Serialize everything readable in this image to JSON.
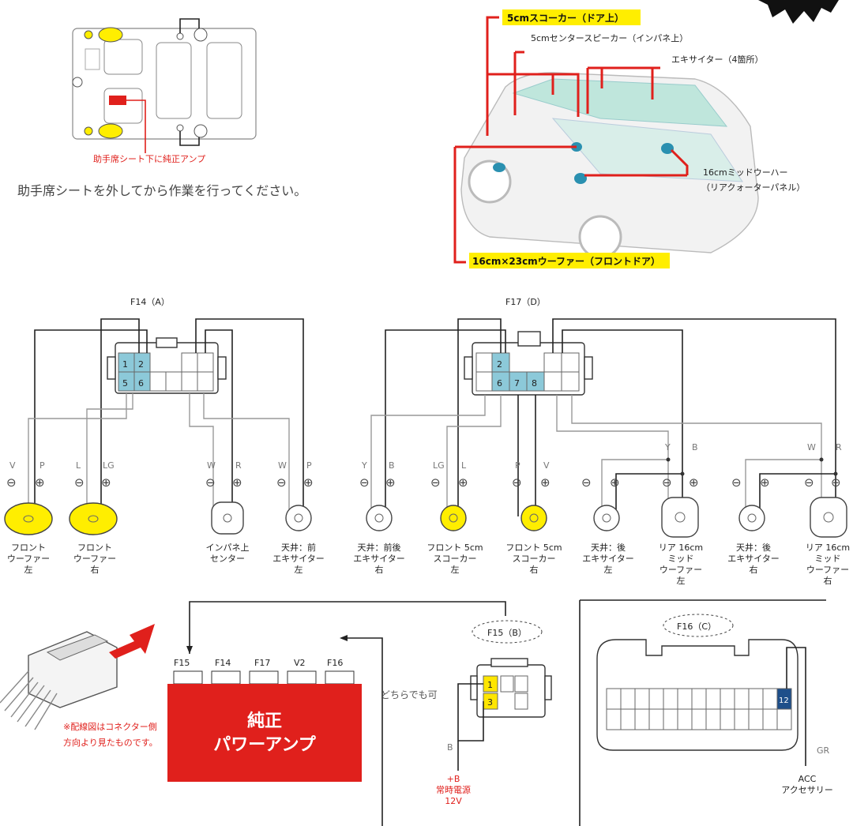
{
  "layout_hint": {
    "amp_note": "助手席シート下に純正アンプ",
    "instruction": "助手席シートを外してから作業を行ってください。"
  },
  "car_callouts": {
    "front_door_squawker": "5cmスコーカー（ドア上）",
    "center_speaker": "5cmセンタースピーカー（インパネ上）",
    "exciter": "エキサイター（4箇所）",
    "rear_midwoofer": "16cmミッドウーハー",
    "rear_midwoofer_loc": "（リアクォーターパネル）",
    "front_woofer": "16cm×23cmウーファー（フロントドア）"
  },
  "connectors": {
    "f14": "F14（A）",
    "f17": "F17（D）",
    "f15": "F15（B）",
    "f16": "F16（C）",
    "f14_pins": [
      "1",
      "2",
      "5",
      "6"
    ],
    "f17_pins": [
      "2",
      "6",
      "7",
      "8"
    ],
    "f15_pins": [
      "1",
      "3"
    ],
    "f16_pin": "12"
  },
  "wires": [
    {
      "neg": "V",
      "pos": "P"
    },
    {
      "neg": "L",
      "pos": "LG"
    },
    {
      "neg": "W",
      "pos": "R"
    },
    {
      "neg": "W",
      "pos": "P"
    },
    {
      "neg": "Y",
      "pos": "B"
    },
    {
      "neg": "LG",
      "pos": "L"
    },
    {
      "neg": "P",
      "pos": "V"
    },
    {
      "neg": "",
      "pos": ""
    },
    {
      "neg": "Y",
      "pos": "B"
    },
    {
      "neg": "",
      "pos": ""
    },
    {
      "neg": "W",
      "pos": "R"
    }
  ],
  "polarity": {
    "neg": "⊖",
    "pos": "⊕"
  },
  "speakers": [
    {
      "l1": "フロント",
      "l2": "ウーファー",
      "l3": "左",
      "l4": ""
    },
    {
      "l1": "フロント",
      "l2": "ウーファー",
      "l3": "右",
      "l4": ""
    },
    {
      "l1": "インパネ上",
      "l2": "センター",
      "l3": "",
      "l4": ""
    },
    {
      "l1": "天井：前",
      "l2": "エキサイター",
      "l3": "左",
      "l4": ""
    },
    {
      "l1": "天井：前後",
      "l2": "エキサイター",
      "l3": "右",
      "l4": ""
    },
    {
      "l1": "フロント 5cm",
      "l2": "スコーカー",
      "l3": "左",
      "l4": ""
    },
    {
      "l1": "フロント 5cm",
      "l2": "スコーカー",
      "l3": "右",
      "l4": ""
    },
    {
      "l1": "天井：後",
      "l2": "エキサイター",
      "l3": "左",
      "l4": ""
    },
    {
      "l1": "リア 16cm",
      "l2": "ミッド",
      "l3": "ウーファー",
      "l4": "左"
    },
    {
      "l1": "天井：後",
      "l2": "エキサイター",
      "l3": "右",
      "l4": ""
    },
    {
      "l1": "リア 16cm",
      "l2": "ミッド",
      "l3": "ウーファー",
      "l4": "右"
    }
  ],
  "amp": {
    "ports": [
      "F15",
      "F14",
      "F17",
      "V2",
      "F16"
    ],
    "label1": "純正",
    "label2": "パワーアンプ"
  },
  "notes": {
    "connector_note1": "※配線図はコネクター側",
    "connector_note2": "方向より見たものです。",
    "either_ok": "どちらでも可",
    "f15_wire": "B",
    "bplus1": "+B",
    "bplus2": "常時電源",
    "bplus3": "12V",
    "f16_wire": "GR",
    "acc1": "ACC",
    "acc2": "アクセサリー"
  },
  "colors": {
    "amp_red": "#e0201c",
    "pin_blue": "#8cc9d9",
    "pin_yellow": "#ffe600",
    "pin_navy": "#1e4f8a",
    "highlight": "#ffee00"
  }
}
